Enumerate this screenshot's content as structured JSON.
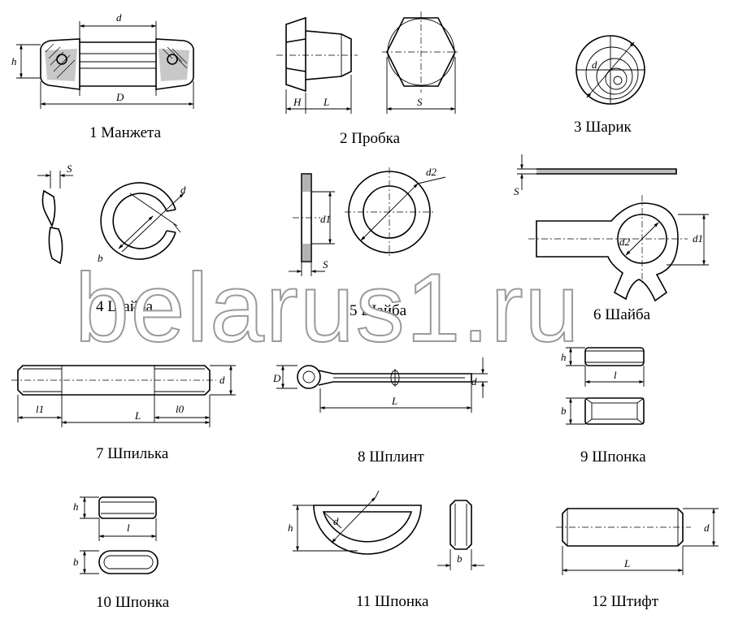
{
  "parts": [
    {
      "label": "1 Манжета",
      "dims": [
        "d",
        "h",
        "D"
      ]
    },
    {
      "label": "2 Пробка",
      "dims": [
        "H",
        "L",
        "S"
      ]
    },
    {
      "label": "3 Шарик",
      "dims": [
        "d"
      ]
    },
    {
      "label": "4 Шайба",
      "dims": [
        "S",
        "d",
        "b"
      ]
    },
    {
      "label": "5 Шайба",
      "dims": [
        "d1",
        "S",
        "d2"
      ]
    },
    {
      "label": "6 Шайба",
      "dims": [
        "S",
        "d2",
        "d1"
      ]
    },
    {
      "label": "7 Шпилька",
      "dims": [
        "d",
        "l1",
        "L",
        "l0"
      ]
    },
    {
      "label": "8 Шплинт",
      "dims": [
        "D",
        "d",
        "L"
      ]
    },
    {
      "label": "9 Шпонка",
      "dims": [
        "h",
        "l",
        "b"
      ]
    },
    {
      "label": "10 Шпонка",
      "dims": [
        "h",
        "l",
        "b"
      ]
    },
    {
      "label": "11 Шпонка",
      "dims": [
        "h",
        "d",
        "b"
      ]
    },
    {
      "label": "12 Штифт",
      "dims": [
        "d",
        "L"
      ]
    }
  ],
  "watermark": "belarus1.ru"
}
